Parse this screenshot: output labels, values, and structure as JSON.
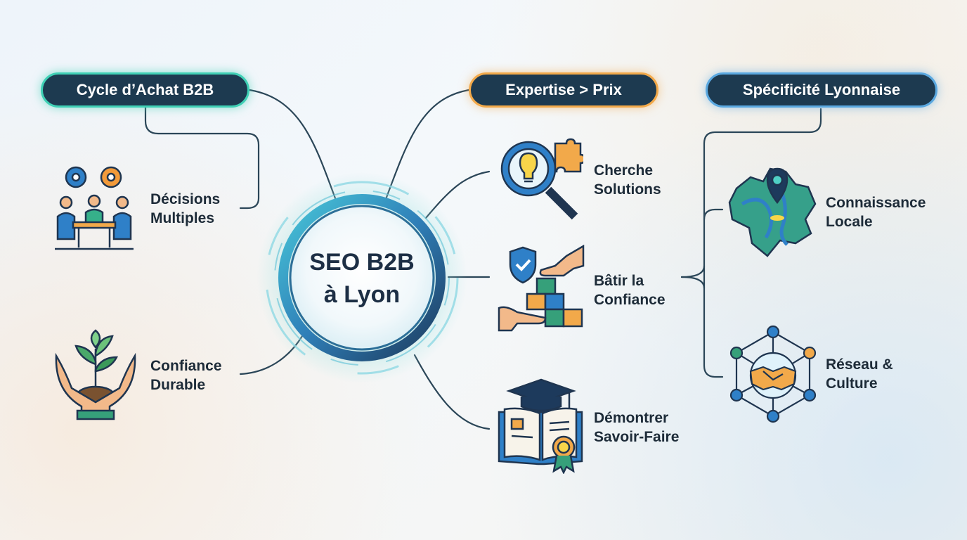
{
  "center": {
    "line1": "SEO B2B",
    "line2": "à Lyon"
  },
  "branches": [
    {
      "title": "Cycle d’Achat B2B",
      "color": "#3fd0b5",
      "items": [
        {
          "line1": "Décisions",
          "line2": "Multiples",
          "icon": "team-meeting-gears-icon"
        },
        {
          "line1": "Confiance",
          "line2": "Durable",
          "icon": "hands-growing-plant-icon"
        }
      ]
    },
    {
      "title": "Expertise > Prix",
      "color": "#f2a94a",
      "items": [
        {
          "line1": "Cherche",
          "line2": "Solutions",
          "icon": "magnifier-lightbulb-puzzle-icon"
        },
        {
          "line1": "Bâtir la",
          "line2": "Confiance",
          "icon": "hands-stacking-blocks-shield-icon"
        },
        {
          "line1": "Démontrer",
          "line2": "Savoir-Faire",
          "icon": "graduation-book-award-icon"
        }
      ]
    },
    {
      "title": "Spécificité Lyonnaise",
      "color": "#5aa8e0",
      "items": [
        {
          "line1": "Connaissance",
          "line2": "Locale",
          "icon": "city-map-pin-icon"
        },
        {
          "line1": "Réseau &",
          "line2": "Culture",
          "icon": "network-handshake-icon"
        }
      ]
    }
  ]
}
